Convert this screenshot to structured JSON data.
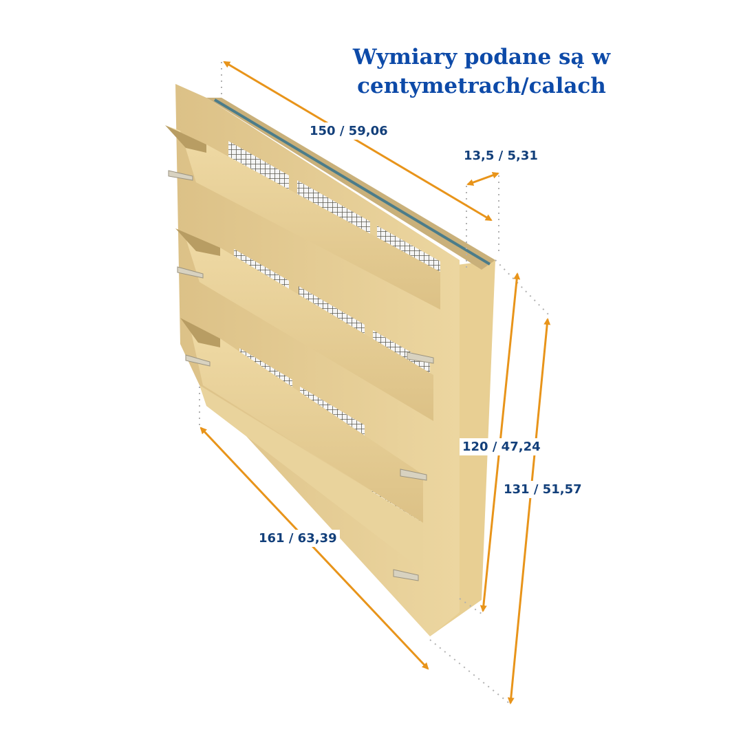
{
  "title": {
    "line1": "Wymiary podane są w",
    "line2": "centymetrach/calach"
  },
  "dimensions": {
    "width_top": "150 / 59,06",
    "depth": "13,5 / 5,31",
    "height_inner": "120 / 47,24",
    "height_outer": "131 / 51,57",
    "width_bottom": "161 / 63,39"
  },
  "colors": {
    "title": "#0d4aa8",
    "labels": "#123f7a",
    "arrows": "#e8941a",
    "louver": "#e6cc8e"
  },
  "product": {
    "louver_count": 3,
    "mesh_panels_per_row": 3
  }
}
